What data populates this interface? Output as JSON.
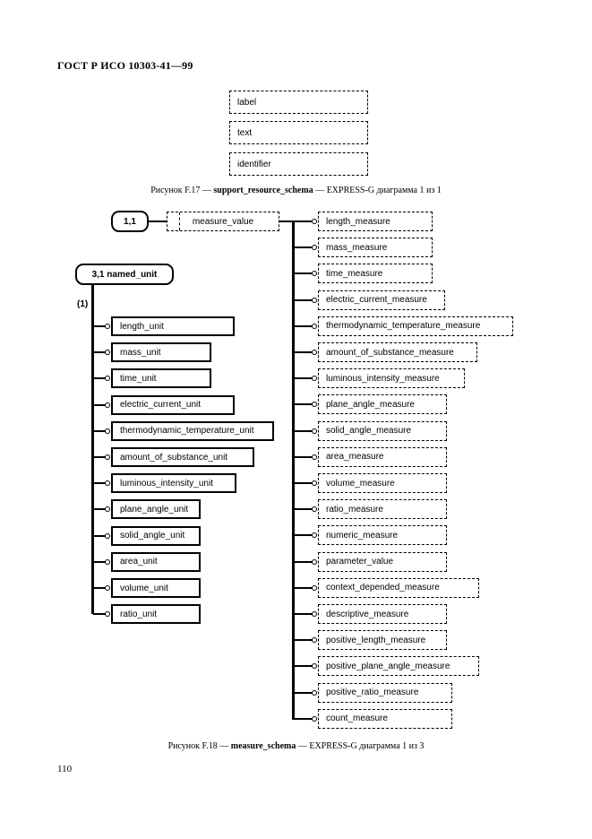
{
  "header": {
    "title": "ГОСТ Р ИСО 10303-41—99"
  },
  "figure17": {
    "entities": [
      "label",
      "text",
      "identifier"
    ],
    "caption_prefix": "Рисунок F.17 — ",
    "caption_schema": "support_resource_schema",
    "caption_suffix": " — EXPRESS-G диаграмма 1 из 1"
  },
  "figure18": {
    "page_ref_top": "1,1",
    "select_type": "measure_value",
    "page_ref_left": "3,1 named_unit",
    "subtype_marker": "(1)",
    "units": [
      "length_unit",
      "mass_unit",
      "time_unit",
      "electric_current_unit",
      "thermodynamic_temperature_unit",
      "amount_of_substance_unit",
      "luminous_intensity_unit",
      "plane_angle_unit",
      "solid_angle_unit",
      "area_unit",
      "volume_unit",
      "ratio_unit"
    ],
    "measures": [
      "length_measure",
      "mass_measure",
      "time_measure",
      "electric_current_measure",
      "thermodynamic_temperature_measure",
      "amount_of_substance_measure",
      "luminous_intensity_measure",
      "plane_angle_measure",
      "solid_angle_measure",
      "area_measure",
      "volume_measure",
      "ratio_measure",
      "numeric_measure",
      "parameter_value",
      "context_depended_measure",
      "descriptive_measure",
      "positive_length_measure",
      "positive_plane_angle_measure",
      "positive_ratio_measure",
      "count_measure"
    ],
    "caption_prefix": "Рисунок F.18 — ",
    "caption_schema": "measure_schema",
    "caption_suffix": " — EXPRESS-G диаграмма 1 из 3"
  },
  "footer": {
    "page_number": "110"
  }
}
